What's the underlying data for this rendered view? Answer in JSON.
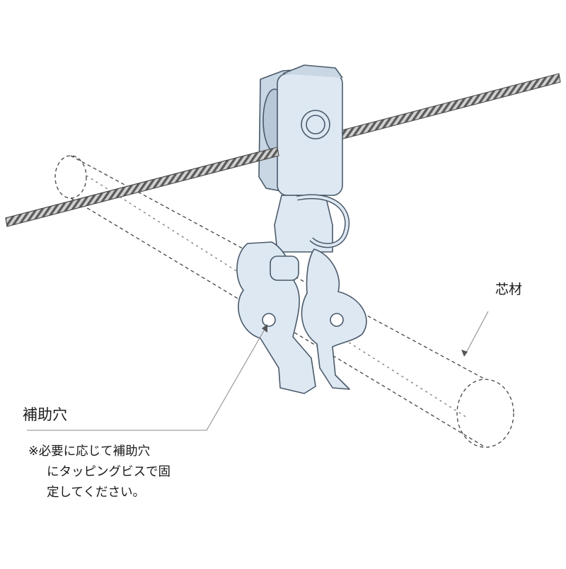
{
  "labels": {
    "core_material": "芯材",
    "auxiliary_hole": "補助穴"
  },
  "note": {
    "line1": "※必要に応じて補助穴",
    "line2": "にタッピングビスで固",
    "line3": "定してください。"
  },
  "colors": {
    "metal_fill": "#dde8f3",
    "metal_stroke": "#4a5a6a",
    "wire_dark": "#5a5a5a",
    "wire_light": "#cfcfcf",
    "dashed_pipe": "#444444",
    "leader_line": "#888888"
  }
}
